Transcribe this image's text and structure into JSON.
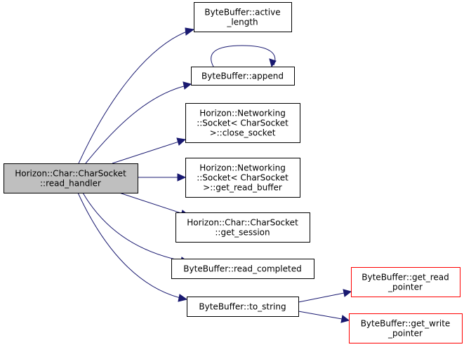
{
  "graph": {
    "colors": {
      "focus_fill": "#bfbfbf",
      "node_fill": "#ffffff",
      "node_border": "#000000",
      "external_border": "#ff0000",
      "edge": "#191970"
    },
    "nodes": [
      {
        "id": "read_handler",
        "name": "node-read-handler-focus",
        "lines": [
          "Horizon::Char::CharSocket",
          "::read_handler"
        ],
        "style": "focus",
        "interactable": false
      },
      {
        "id": "active_length",
        "name": "node-bytebuffer-active-length",
        "lines": [
          "ByteBuffer::active",
          "_length"
        ],
        "style": "normal",
        "interactable": true
      },
      {
        "id": "append",
        "name": "node-bytebuffer-append",
        "lines": [
          "ByteBuffer::append"
        ],
        "style": "normal",
        "interactable": true
      },
      {
        "id": "close_socket",
        "name": "node-socket-close-socket",
        "lines": [
          "Horizon::Networking",
          "::Socket< CharSocket",
          " >::close_socket"
        ],
        "style": "normal",
        "interactable": true
      },
      {
        "id": "get_read_buffer",
        "name": "node-socket-get-read-buffer",
        "lines": [
          "Horizon::Networking",
          "::Socket< CharSocket",
          " >::get_read_buffer"
        ],
        "style": "normal",
        "interactable": true
      },
      {
        "id": "get_session",
        "name": "node-charsocket-get-session",
        "lines": [
          "Horizon::Char::CharSocket",
          "::get_session"
        ],
        "style": "normal",
        "interactable": true
      },
      {
        "id": "read_completed",
        "name": "node-bytebuffer-read-completed",
        "lines": [
          "ByteBuffer::read_completed"
        ],
        "style": "normal",
        "interactable": true
      },
      {
        "id": "to_string",
        "name": "node-bytebuffer-to-string",
        "lines": [
          "ByteBuffer::to_string"
        ],
        "style": "normal",
        "interactable": true
      },
      {
        "id": "get_read_pointer",
        "name": "node-bytebuffer-get-read-pointer",
        "lines": [
          "ByteBuffer::get_read",
          "_pointer"
        ],
        "style": "external",
        "interactable": true
      },
      {
        "id": "get_write_pointer",
        "name": "node-bytebuffer-get-write-pointer",
        "lines": [
          "ByteBuffer::get_write",
          "_pointer"
        ],
        "style": "external",
        "interactable": true
      }
    ],
    "edges": [
      {
        "from": "read_handler",
        "to": "active_length"
      },
      {
        "from": "read_handler",
        "to": "append"
      },
      {
        "from": "append",
        "to": "append"
      },
      {
        "from": "read_handler",
        "to": "close_socket"
      },
      {
        "from": "read_handler",
        "to": "get_read_buffer"
      },
      {
        "from": "read_handler",
        "to": "get_session"
      },
      {
        "from": "read_handler",
        "to": "read_completed"
      },
      {
        "from": "read_handler",
        "to": "to_string"
      },
      {
        "from": "to_string",
        "to": "get_read_pointer"
      },
      {
        "from": "to_string",
        "to": "get_write_pointer"
      }
    ]
  }
}
